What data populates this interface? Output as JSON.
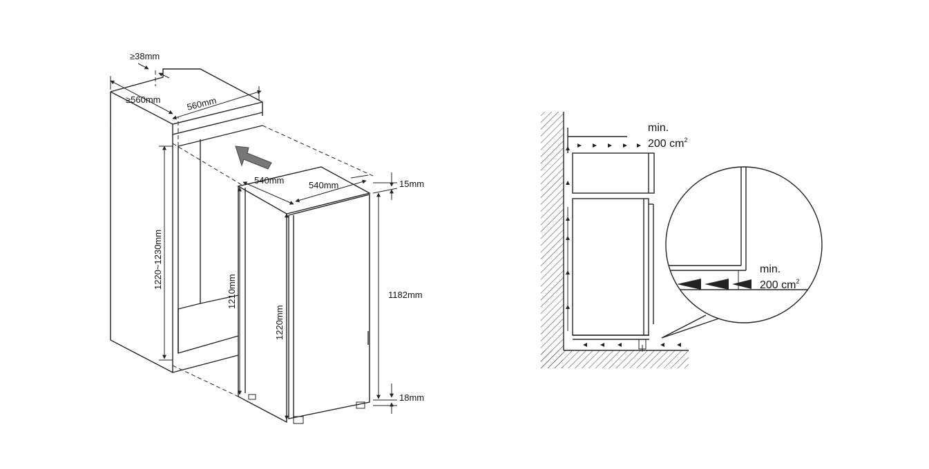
{
  "left_diagram": {
    "dim_top_gap": "≥38mm",
    "dim_niche_depth": "≥560mm",
    "dim_niche_width": "560mm",
    "dim_niche_height": "1220~1230mm",
    "dim_appliance_depth": "540mm",
    "dim_appliance_width": "540mm",
    "dim_door_top_gap": "15mm",
    "dim_body_height": "1210mm",
    "dim_total_height": "1220mm",
    "dim_door_height": "1182mm",
    "dim_door_bottom_gap": "18mm"
  },
  "right_diagram": {
    "vent_top_min": "min.",
    "vent_top_area": "200 cm",
    "vent_top_sup": "2",
    "vent_bottom_min": "min.",
    "vent_bottom_area": "200 cm",
    "vent_bottom_sup": "2"
  },
  "colors": {
    "line": "#222222",
    "arrow_fill": "#777777",
    "background": "#ffffff"
  }
}
